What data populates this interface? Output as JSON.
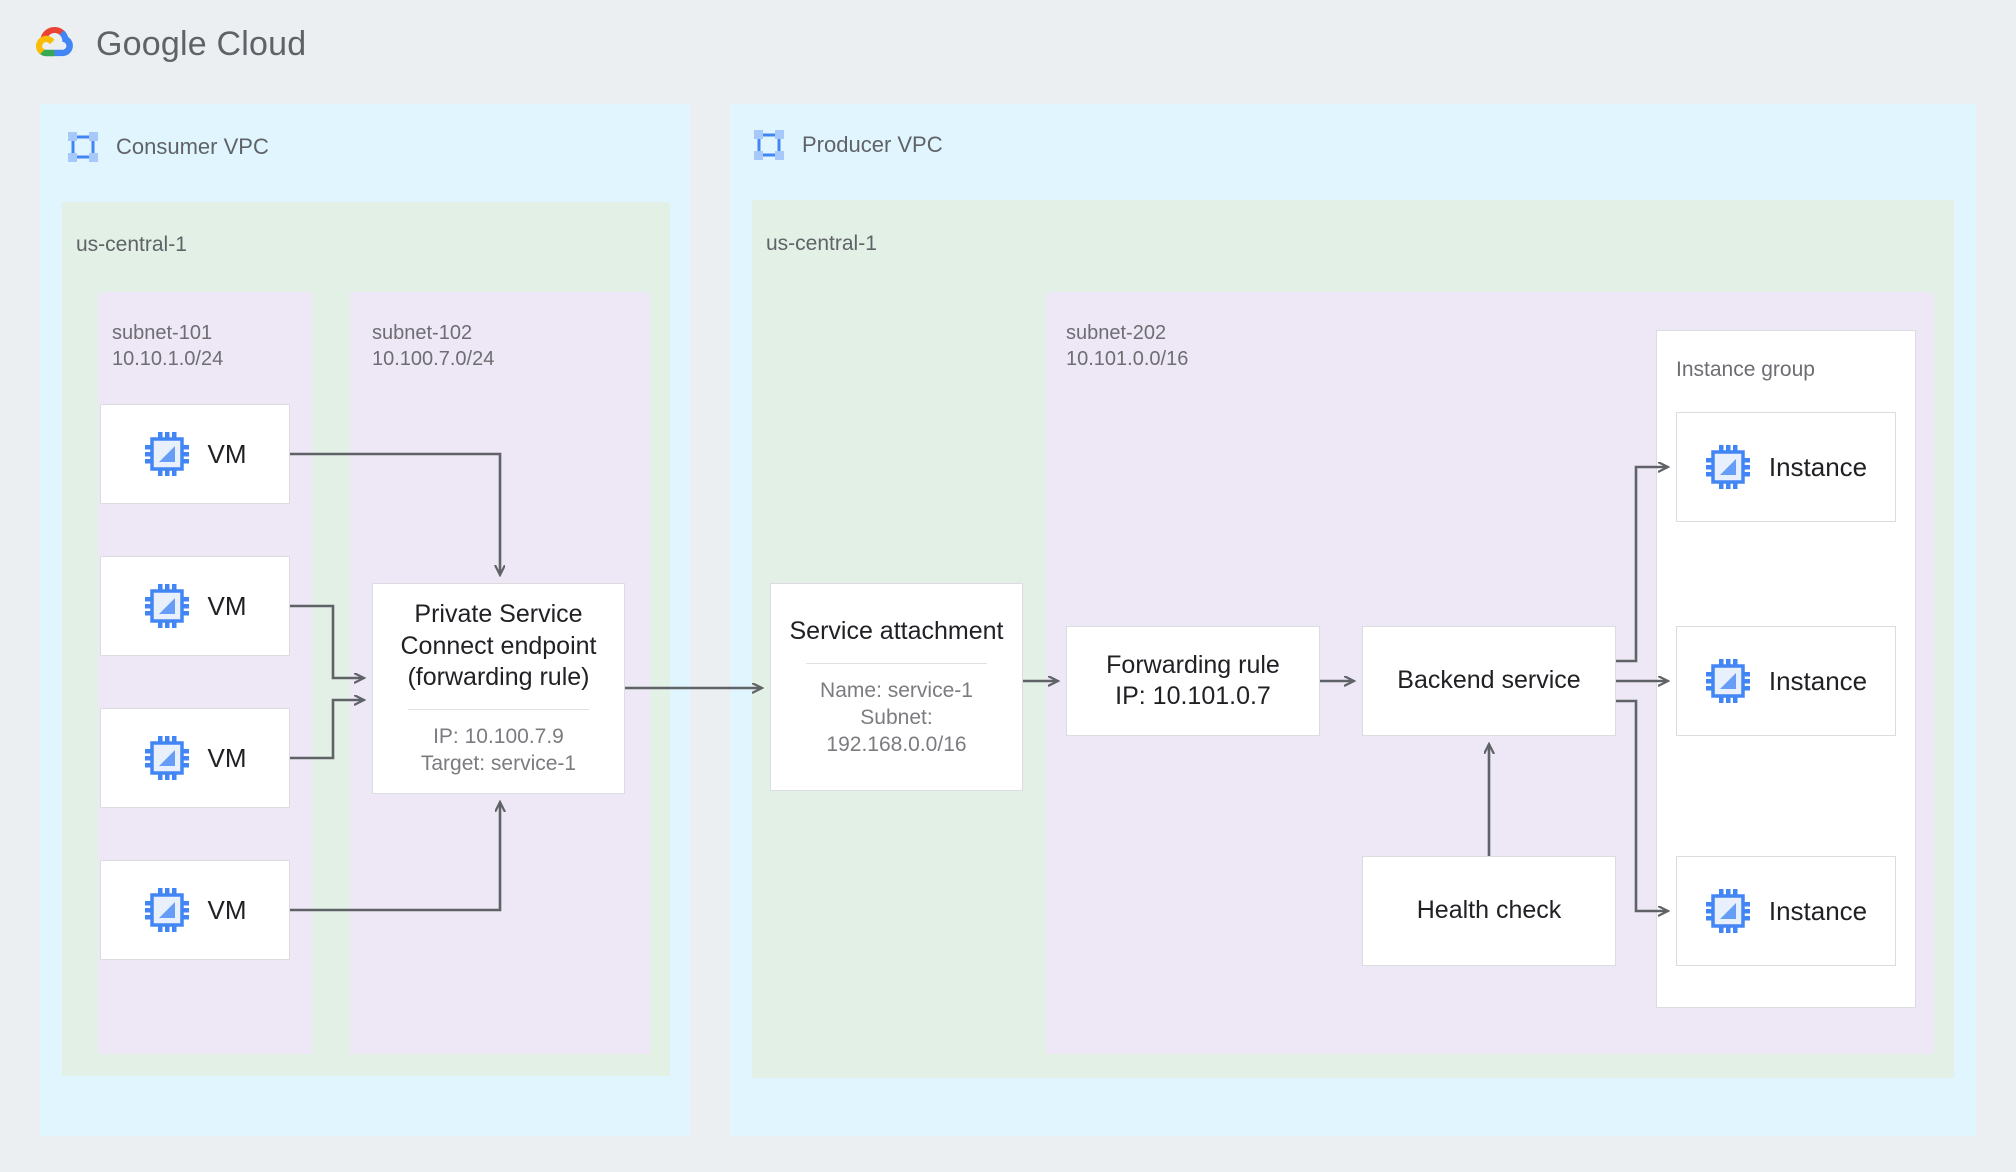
{
  "brand": {
    "name_bold": "Google",
    "name_light": "Cloud",
    "logo_icon": "google-cloud-logo"
  },
  "consumer_vpc": {
    "title": "Consumer VPC",
    "icon": "vpc-network-icon",
    "region": "us-central-1",
    "subnet_101": {
      "label": "subnet-101\n10.10.1.0/24",
      "name": "subnet-101",
      "cidr": "10.10.1.0/24"
    },
    "subnet_102": {
      "label": "subnet-102\n10.100.7.0/24",
      "name": "subnet-102",
      "cidr": "10.100.7.0/24"
    },
    "vms": [
      {
        "label": "VM",
        "icon": "vm-chip-icon"
      },
      {
        "label": "VM",
        "icon": "vm-chip-icon"
      },
      {
        "label": "VM",
        "icon": "vm-chip-icon"
      },
      {
        "label": "VM",
        "icon": "vm-chip-icon"
      }
    ],
    "psc_endpoint": {
      "title": "Private Service\nConnect endpoint\n(forwarding rule)",
      "details": "IP: 10.100.7.9\nTarget: service-1",
      "ip": "10.100.7.9",
      "target": "service-1"
    }
  },
  "producer_vpc": {
    "title": "Producer VPC",
    "icon": "vpc-network-icon",
    "region": "us-central-1",
    "service_attachment": {
      "title": "Service attachment",
      "details": "Name: service-1\nSubnet:\n192.168.0.0/16",
      "name": "service-1",
      "subnet": "192.168.0.0/16"
    },
    "subnet_202": {
      "label": "subnet-202\n10.101.0.0/16",
      "name": "subnet-202",
      "cidr": "10.101.0.0/16"
    },
    "forwarding_rule": {
      "title": "Forwarding rule\nIP: 10.101.0.7",
      "ip": "10.101.0.7"
    },
    "backend_service": {
      "title": "Backend service"
    },
    "health_check": {
      "title": "Health check"
    },
    "instance_group": {
      "label": "Instance group",
      "instances": [
        {
          "label": "Instance",
          "icon": "vm-chip-icon"
        },
        {
          "label": "Instance",
          "icon": "vm-chip-icon"
        },
        {
          "label": "Instance",
          "icon": "vm-chip-icon"
        }
      ]
    }
  },
  "colors": {
    "page_bg": "#eceff1",
    "card_bg": "#ffffff",
    "vpc_bg": "#e1f5fe",
    "region_bg": "#e3f0e5",
    "subnet_bg": "#ede7f6",
    "node_bg": "#ffffff",
    "node_border": "#dadce0",
    "arrow": "#5f6368",
    "text_primary": "#202124",
    "text_secondary": "#5f6368",
    "icon_blue": "#4285f4"
  }
}
